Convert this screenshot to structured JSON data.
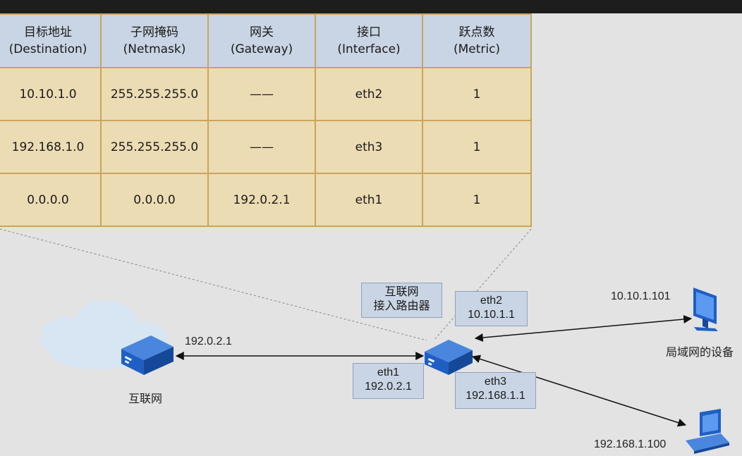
{
  "table": {
    "headers": [
      {
        "zh": "目标地址",
        "en": "(Destination)"
      },
      {
        "zh": "子网掩码",
        "en": "(Netmask)"
      },
      {
        "zh": "网关",
        "en": "(Gateway)"
      },
      {
        "zh": "接口",
        "en": "(Interface)"
      },
      {
        "zh": "跃点数",
        "en": "(Metric)"
      }
    ],
    "rows": [
      [
        "10.10.1.0",
        "255.255.255.0",
        "——",
        "eth2",
        "1"
      ],
      [
        "192.168.1.0",
        "255.255.255.0",
        "——",
        "eth3",
        "1"
      ],
      [
        "0.0.0.0",
        "0.0.0.0",
        "192.0.2.1",
        "eth1",
        "1"
      ]
    ]
  },
  "diagram": {
    "internet_label": "互联网",
    "internet_ip": "192.0.2.1",
    "router_label_line1": "互联网",
    "router_label_line2": "接入路由器",
    "eth2": {
      "name": "eth2",
      "ip": "10.10.1.1"
    },
    "eth1": {
      "name": "eth1",
      "ip": "192.0.2.1"
    },
    "eth3": {
      "name": "eth3",
      "ip": "192.168.1.1"
    },
    "lan_device_ip": "10.10.1.101",
    "lan_device_label": "局域网的设备",
    "laptop_ip": "192.168.1.100"
  },
  "colors": {
    "header_fill": "#c9d5e4",
    "cell_fill": "#ecdcb4",
    "border": "#c9a55a",
    "device_blue": "#1f5fc4"
  }
}
